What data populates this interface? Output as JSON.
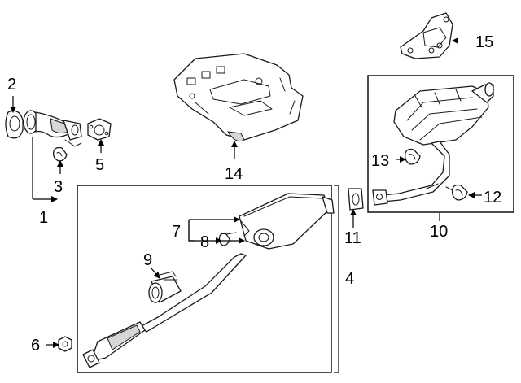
{
  "diagram": {
    "callouts": [
      {
        "id": "c1",
        "label": "1"
      },
      {
        "id": "c2",
        "label": "2"
      },
      {
        "id": "c3",
        "label": "3"
      },
      {
        "id": "c4",
        "label": "4"
      },
      {
        "id": "c5",
        "label": "5"
      },
      {
        "id": "c6",
        "label": "6"
      },
      {
        "id": "c7",
        "label": "7"
      },
      {
        "id": "c8",
        "label": "8"
      },
      {
        "id": "c9",
        "label": "9"
      },
      {
        "id": "c10",
        "label": "10"
      },
      {
        "id": "c11",
        "label": "11"
      },
      {
        "id": "c12",
        "label": "12"
      },
      {
        "id": "c13",
        "label": "13"
      },
      {
        "id": "c14",
        "label": "14"
      },
      {
        "id": "c15",
        "label": "15"
      }
    ],
    "colors": {
      "line": "#1a1a1a",
      "fill": "#ffffff",
      "shading": "#d7d7d7"
    }
  }
}
